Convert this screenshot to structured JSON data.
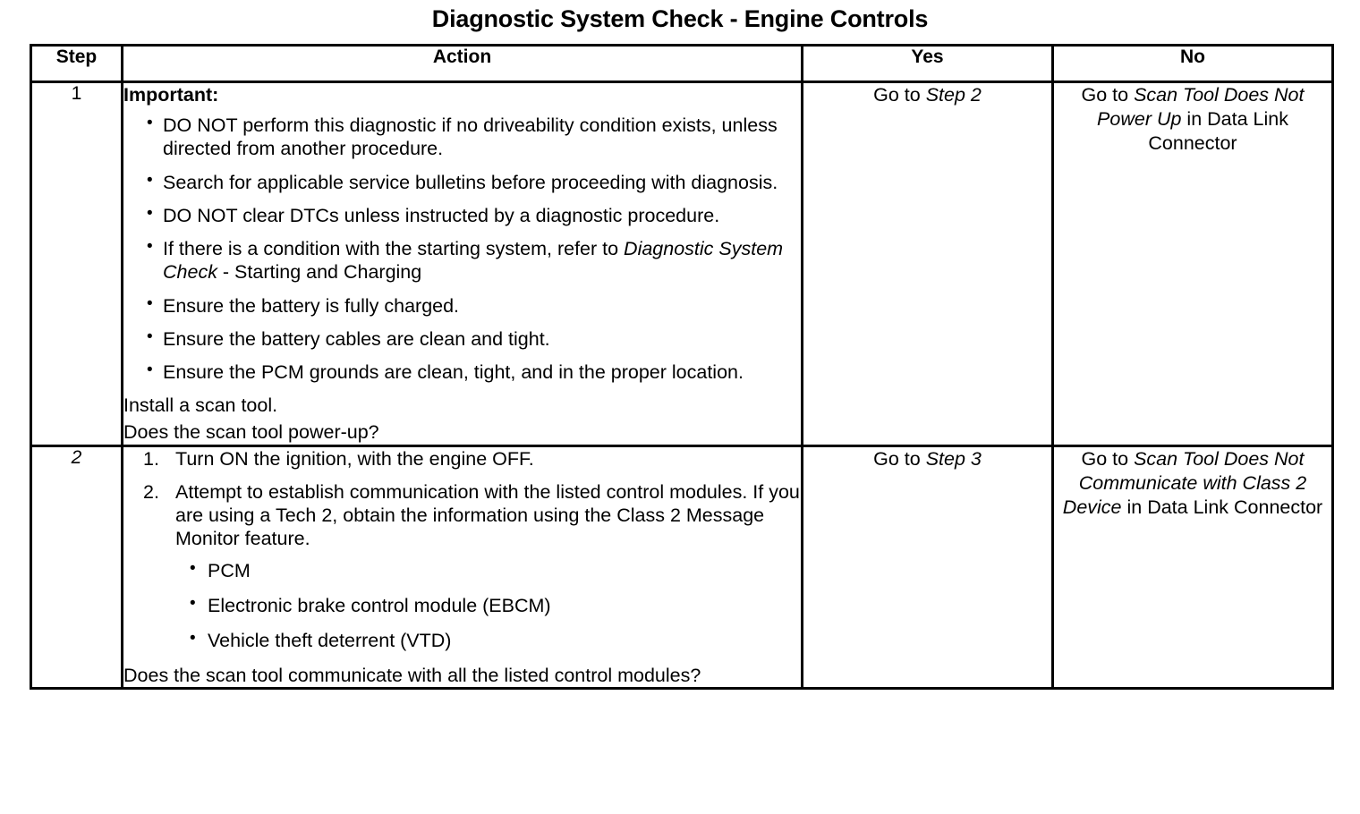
{
  "document": {
    "title": "Diagnostic System Check - Engine Controls"
  },
  "table": {
    "headers": {
      "step": "Step",
      "action": "Action",
      "yes": "Yes",
      "no": "No"
    },
    "rows": [
      {
        "step": "1",
        "step_style": "normal",
        "action": {
          "important_label": "Important:",
          "bullets": [
            "DO NOT perform this diagnostic if no driveability condition exists, unless directed from another procedure.",
            "Search for applicable service bulletins before proceeding with diagnosis.",
            "DO NOT clear DTCs unless instructed by a diagnostic procedure.",
            "Ensure the battery is fully charged.",
            "Ensure the battery cables are clean and tight.",
            "Ensure the PCM grounds are clean, tight, and in the proper location."
          ],
          "bullet_starting_system": {
            "lead": "If there is a condition with the starting system, refer to ",
            "reference_italic": "Diagnostic System Check",
            "trail": " - Starting and Charging"
          },
          "tail_lines": [
            "Install a scan tool.",
            "Does the scan tool power-up?"
          ]
        },
        "yes": {
          "lead": "Go to ",
          "reference_italic": "Step 2",
          "trail": ""
        },
        "no": {
          "lead": "Go to ",
          "reference_italic": "Scan Tool Does Not Power Up",
          "trail": " in Data Link Connector"
        }
      },
      {
        "step": "2",
        "step_style": "italic",
        "action": {
          "numbered": [
            "Turn ON the ignition, with the engine OFF.",
            "Attempt to establish communication with the listed control modules. If you are using a Tech 2, obtain the information using the Class 2 Message Monitor feature."
          ],
          "subbullets": [
            "PCM",
            "Electronic brake control module (EBCM)",
            "Vehicle theft deterrent (VTD)"
          ],
          "tail_lines": [
            "Does the scan tool communicate with all the listed control modules?"
          ]
        },
        "yes": {
          "lead": "Go to ",
          "reference_italic": "Step 3",
          "trail": ""
        },
        "no": {
          "lead": "Go to ",
          "reference_italic": "Scan Tool Does Not Communicate with Class 2 Device",
          "trail": " in Data Link Connector"
        }
      }
    ]
  }
}
